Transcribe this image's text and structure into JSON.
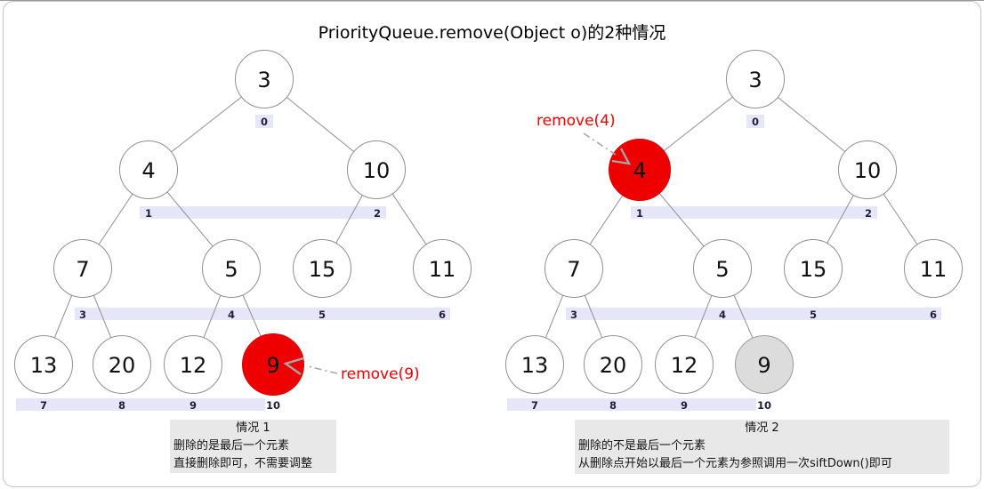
{
  "title": "PriorityQueue.remove(Object o)的2种情况",
  "colors": {
    "highlight_red": "#ee0000",
    "removed_gray": "#dcdcdc",
    "index_band_lavender": "#e6e6f8",
    "caption_background": "#e8e8e8",
    "edge_gray": "#8f8f8f"
  },
  "trees": [
    {
      "side": "left",
      "remove_label": "remove(9)",
      "node_values": [
        "3",
        "4",
        "10",
        "7",
        "5",
        "15",
        "11",
        "13",
        "20",
        "12",
        "9"
      ],
      "index_labels": [
        "0",
        "1",
        "2",
        "3",
        "4",
        "5",
        "6",
        "7",
        "8",
        "9",
        "10"
      ],
      "highlighted_node": "9",
      "caption": {
        "title": "情况 1",
        "line1": "删除的是最后一个元素",
        "line2": "直接删除即可，不需要调整"
      }
    },
    {
      "side": "right",
      "remove_label": "remove(4)",
      "node_values": [
        "3",
        "4",
        "10",
        "7",
        "5",
        "15",
        "11",
        "13",
        "20",
        "12",
        "9"
      ],
      "index_labels": [
        "0",
        "1",
        "2",
        "3",
        "4",
        "5",
        "6",
        "7",
        "8",
        "9",
        "10"
      ],
      "highlighted_node": "4",
      "removed_reference_node": "9",
      "caption": {
        "title": "情况 2",
        "line1": "删除的不是最后一个元素",
        "line2": "从删除点开始以最后一个元素为参照调用一次siftDown()即可"
      }
    }
  ]
}
